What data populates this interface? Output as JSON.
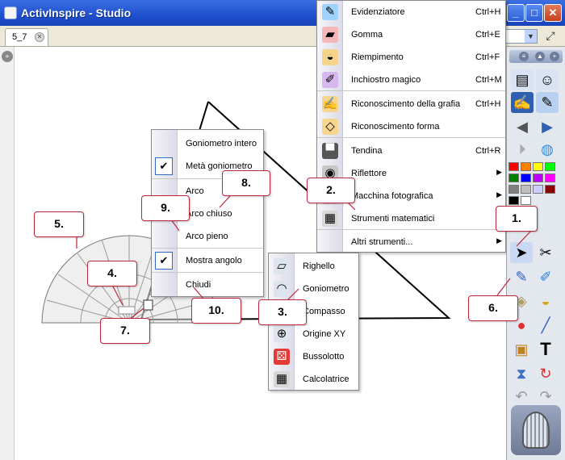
{
  "window": {
    "title": "ActivInspire - Studio",
    "minimize": "_",
    "maximize": "□",
    "close": "✕"
  },
  "tabs": {
    "doc_tab": "5_7",
    "tab_close": "✕"
  },
  "controls": {
    "zoom_arrow": "▼",
    "fullscreen": "⤢",
    "left_strip_icon": "+"
  },
  "main_menu": {
    "items": [
      {
        "label": "Evidenziatore",
        "shortcut": "Ctrl+H",
        "icon": "highlighter-icon"
      },
      {
        "label": "Gomma",
        "shortcut": "Ctrl+E",
        "icon": "eraser-icon"
      },
      {
        "label": "Riempimento",
        "shortcut": "Ctrl+F",
        "icon": "fill-icon"
      },
      {
        "label": "Inchiostro magico",
        "shortcut": "Ctrl+M",
        "icon": "magic-ink-icon"
      },
      {
        "label": "Riconoscimento della grafia",
        "shortcut": "Ctrl+H",
        "icon": "handwriting-icon"
      },
      {
        "label": "Riconoscimento forma",
        "shortcut": "",
        "icon": "shape-recognition-icon"
      },
      {
        "label": "Tendina",
        "shortcut": "Ctrl+R",
        "icon": "screen-shade-icon"
      },
      {
        "label": "Riflettore",
        "shortcut": "",
        "icon": "spotlight-icon"
      },
      {
        "label": "Macchina fotografica",
        "shortcut": "",
        "icon": "camera-icon"
      },
      {
        "label": "Strumenti matematici",
        "shortcut": "",
        "icon": "calculator-icon"
      },
      {
        "label": "Altri strumenti...",
        "shortcut": "",
        "icon": ""
      }
    ]
  },
  "math_submenu": {
    "items": [
      {
        "label": "Righello",
        "icon": "ruler-icon"
      },
      {
        "label": "Goniometro",
        "icon": "protractor-icon"
      },
      {
        "label": "Compasso",
        "icon": "compass-icon"
      },
      {
        "label": "Origine XY",
        "icon": "xy-origin-icon"
      },
      {
        "label": "Bussolotto",
        "icon": "dice-icon"
      },
      {
        "label": "Calcolatrice",
        "icon": "calculator-icon"
      }
    ]
  },
  "protractor_menu": {
    "items": [
      {
        "label": "Goniometro intero",
        "checked": false
      },
      {
        "label": "Metà goniometro",
        "checked": true
      },
      {
        "label": "Arco",
        "checked": false
      },
      {
        "label": "Arco chiuso",
        "checked": false
      },
      {
        "label": "Arco pieno",
        "checked": false
      },
      {
        "label": "Mostra angolo",
        "checked": true
      },
      {
        "label": "Chiudi",
        "checked": false
      }
    ],
    "check_mark": "✔"
  },
  "callouts": {
    "c1": "1.",
    "c2": "2.",
    "c3": "3.",
    "c4": "4.",
    "c5": "5.",
    "c6": "6.",
    "c7": "7.",
    "c8": "8.",
    "c9": "9.",
    "c10": "10."
  },
  "toolbox": {
    "tools": [
      "pages-icon",
      "user-icon",
      "pen-icon",
      "edit-icon",
      "back-icon",
      "forward-icon",
      "play-icon",
      "globe-icon",
      "select-icon",
      "tools-icon",
      "pen2-icon",
      "marker-icon",
      "fill-icon",
      "connector-icon",
      "folder-icon",
      "text-icon",
      "clear-icon",
      "refresh-icon",
      "undo-icon",
      "redo-icon"
    ],
    "colors": [
      "#ff0000",
      "#ff8000",
      "#ffff00",
      "#00ff00",
      "#008000",
      "#0000ff",
      "#c000ff",
      "#ff00ff",
      "#808080",
      "#c0c0c0",
      "#ccccff",
      "#8b0000",
      "#000000",
      "#ffffff"
    ]
  },
  "accent": {
    "callout_border": "#c0263a",
    "titlebar": "#1f4fcf"
  }
}
